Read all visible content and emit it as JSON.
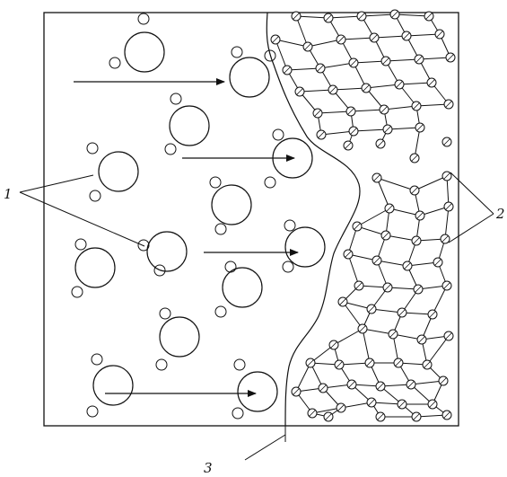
{
  "labels": {
    "one": "1",
    "two": "2",
    "three": "3"
  },
  "colors": {
    "stroke": "#111111",
    "background": "#ffffff"
  }
}
